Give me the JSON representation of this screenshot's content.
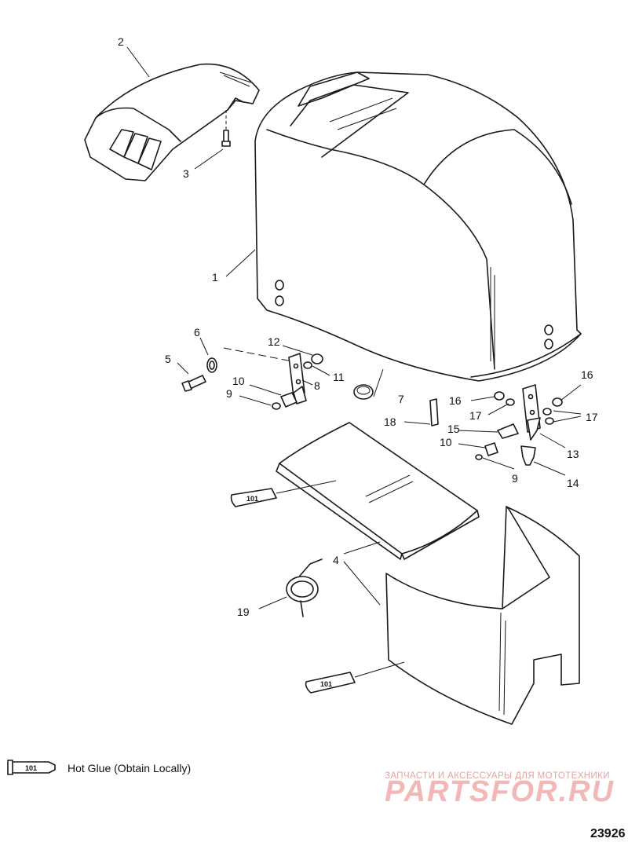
{
  "callouts": {
    "n1": "1",
    "n2": "2",
    "n3": "3",
    "n4": "4",
    "n5": "5",
    "n6": "6",
    "n7": "7",
    "n8": "8",
    "n9a": "9",
    "n9b": "9",
    "n10a": "10",
    "n10b": "10",
    "n11": "11",
    "n12": "12",
    "n13": "13",
    "n14": "14",
    "n15": "15",
    "n16a": "16",
    "n16b": "16",
    "n17a": "17",
    "n17b": "17",
    "n18": "18",
    "n19": "19"
  },
  "tube_label": "101",
  "legend": {
    "icon_label": "101",
    "text": "Hot Glue (Obtain Locally)"
  },
  "watermark": {
    "tagline": "ЗАПЧАСТИ И АКСЕССУАРЫ ДЛЯ МОТОТЕХНИКИ",
    "brand": "PARTSFOR.RU"
  },
  "figure_number": "23926"
}
